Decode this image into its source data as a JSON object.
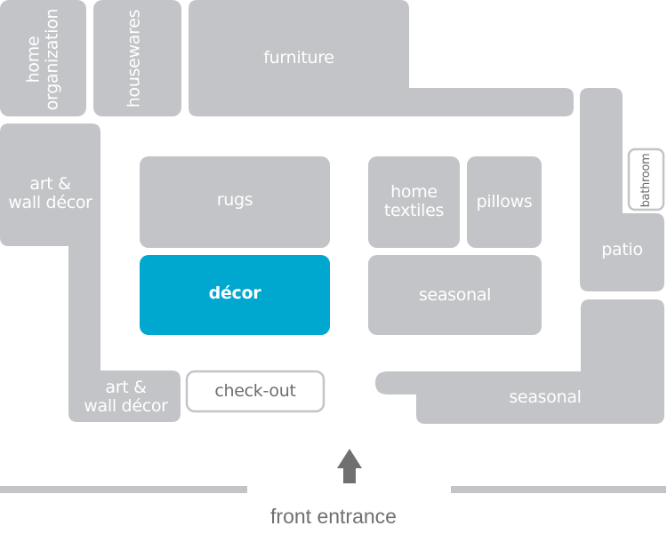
{
  "map": {
    "title": "Store floor map",
    "highlight_color": "#00a7cf",
    "department_color": "#c3c4c7",
    "active_department": "décor",
    "departments": {
      "home_organization": "home\norganization",
      "housewares": "housewares",
      "furniture": "furniture",
      "art_wall_decor_left": "art &\nwall décor",
      "art_wall_decor_bottom": "art &\nwall décor",
      "rugs": "rugs",
      "decor": "décor",
      "home_textiles": "home\ntextiles",
      "pillows": "pillows",
      "seasonal_center": "seasonal",
      "seasonal_right": "seasonal",
      "patio": "patio",
      "bathroom": "bathroom",
      "checkout": "check-out"
    },
    "entrance": {
      "label": "front entrance",
      "icon": "arrow-up-icon"
    }
  }
}
